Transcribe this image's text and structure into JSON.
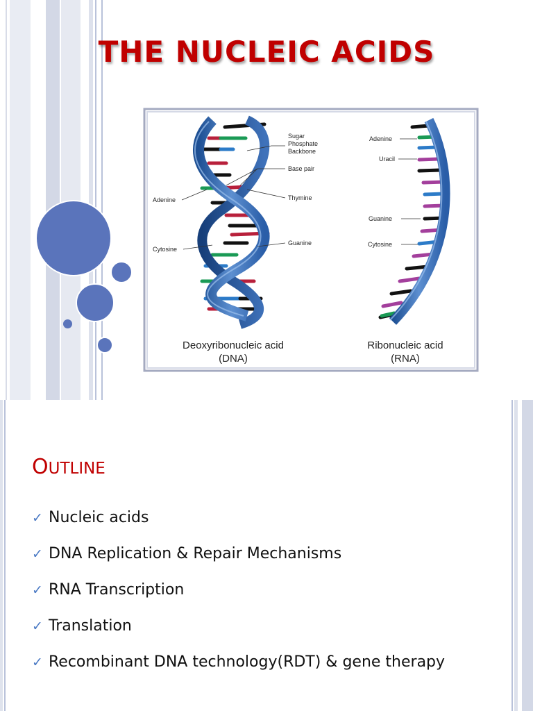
{
  "slide1": {
    "title": "THE NUCLEIC ACIDS",
    "figure": {
      "labels": {
        "sugar": "Sugar",
        "phosphate": "Phosphate",
        "backbone": "Backbone",
        "base_pair": "Base pair",
        "adenine_dna": "Adenine",
        "thymine": "Thymine",
        "cytosine_dna": "Cytosine",
        "guanine_dna": "Guanine",
        "adenine_rna": "Adenine",
        "uracil": "Uracil",
        "guanine_rna": "Guanine",
        "cytosine_rna": "Cytosine"
      },
      "dna_caption": {
        "line1": "Deoxyribonucleic acid",
        "line2": "(DNA)"
      },
      "rna_caption": {
        "line1": "Ribonucleic acid",
        "line2": "(RNA)"
      }
    }
  },
  "slide2": {
    "title_first": "O",
    "title_rest": "UTLINE",
    "check_glyph": "✓",
    "bullets": [
      "Nucleic acids",
      "DNA Replication & Repair Mechanisms",
      "RNA Transcription",
      "Translation",
      "Recombinant DNA technology(RDT) & gene therapy"
    ]
  },
  "colors": {
    "title_red": "#c00000",
    "accent_blue": "#5b7bc0",
    "helix_blue": "#3c6fb2",
    "stripe_gray": "#c9cfe0"
  }
}
